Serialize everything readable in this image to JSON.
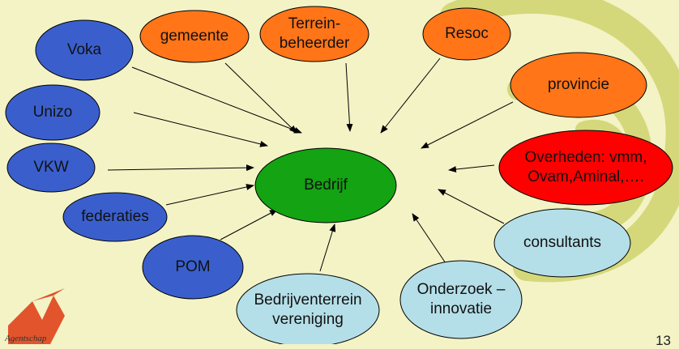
{
  "center": {
    "label": "Bedrijf",
    "color": "#13a313"
  },
  "nodes": [
    {
      "id": "voka",
      "lines": [
        "Voka"
      ],
      "color": "#3a5fcd"
    },
    {
      "id": "gemeente",
      "lines": [
        "gemeente"
      ],
      "color": "#ff7518"
    },
    {
      "id": "terreinbeheerder",
      "lines": [
        "Terrein-",
        "beheerder"
      ],
      "color": "#ff7518"
    },
    {
      "id": "resoc",
      "lines": [
        "Resoc"
      ],
      "color": "#ff7518"
    },
    {
      "id": "provincie",
      "lines": [
        "provincie"
      ],
      "color": "#ff7518"
    },
    {
      "id": "unizo",
      "lines": [
        "Unizo"
      ],
      "color": "#3a5fcd"
    },
    {
      "id": "vkw",
      "lines": [
        "VKW"
      ],
      "color": "#3a5fcd"
    },
    {
      "id": "federaties",
      "lines": [
        "federaties"
      ],
      "color": "#3a5fcd"
    },
    {
      "id": "pom",
      "lines": [
        "POM"
      ],
      "color": "#3a5fcd"
    },
    {
      "id": "overheden",
      "lines": [
        "Overheden: vmm,",
        "Ovam,Aminal,…."
      ],
      "color": "#ff0000",
      "text_color": "#ffffff"
    },
    {
      "id": "consultants",
      "lines": [
        "consultants"
      ],
      "color": "#b5dfe8"
    },
    {
      "id": "onderzoek",
      "lines": [
        "Onderzoek –",
        "innovatie"
      ],
      "color": "#b5dfe8"
    },
    {
      "id": "bedrijventerrein",
      "lines": [
        "Bedrijventerrein",
        "vereniging"
      ],
      "color": "#b5dfe8"
    }
  ],
  "background": {
    "page": "#f3f3c6",
    "swirl": "#d4d87a"
  },
  "logo": {
    "text": "Agentschap"
  },
  "page_number": "13"
}
